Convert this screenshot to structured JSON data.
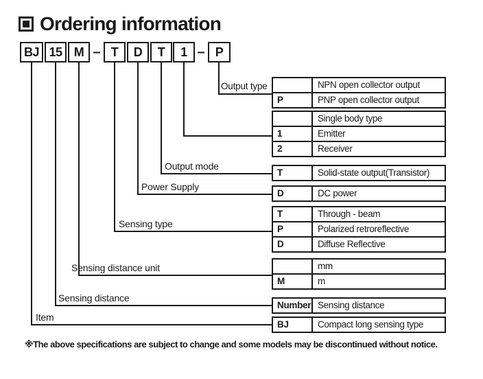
{
  "title": "Ordering information",
  "code": {
    "segments": [
      "BJ",
      "15",
      "M",
      "T",
      "D",
      "T",
      "1",
      "P"
    ],
    "dash": "–"
  },
  "labels": {
    "output_type": "Output type",
    "output_mode": "Output mode",
    "power_supply": "Power Supply",
    "sensing_type": "Sensing type",
    "sensing_distance_unit": "Sensing distance unit",
    "sensing_distance": "Sensing distance",
    "item": "Item"
  },
  "tables": {
    "output_type": {
      "rows": [
        {
          "code": "",
          "desc": "NPN open collector output"
        },
        {
          "code": "P",
          "desc": "PNP open collector output"
        }
      ]
    },
    "body_type": {
      "rows": [
        {
          "code": "",
          "desc": "Single body type"
        },
        {
          "code": "1",
          "desc": "Emitter"
        },
        {
          "code": "2",
          "desc": "Receiver"
        }
      ]
    },
    "output_mode": {
      "rows": [
        {
          "code": "T",
          "desc": "Solid-state output(Transistor)"
        }
      ]
    },
    "power_supply": {
      "rows": [
        {
          "code": "D",
          "desc": "DC power"
        }
      ]
    },
    "sensing_type": {
      "rows": [
        {
          "code": "T",
          "desc": "Through - beam"
        },
        {
          "code": "P",
          "desc": "Polarized retroreflective"
        },
        {
          "code": "D",
          "desc": "Diffuse Reflective"
        }
      ]
    },
    "sensing_distance_unit": {
      "rows": [
        {
          "code": "",
          "desc": "mm"
        },
        {
          "code": "M",
          "desc": "m"
        }
      ]
    },
    "sensing_distance": {
      "rows": [
        {
          "code": "Number",
          "desc": "Sensing distance"
        }
      ]
    },
    "item": {
      "rows": [
        {
          "code": "BJ",
          "desc": "Compact long sensing type"
        }
      ]
    }
  },
  "footer": "※The above specifications are subject to change and some models may be discontinued without notice."
}
